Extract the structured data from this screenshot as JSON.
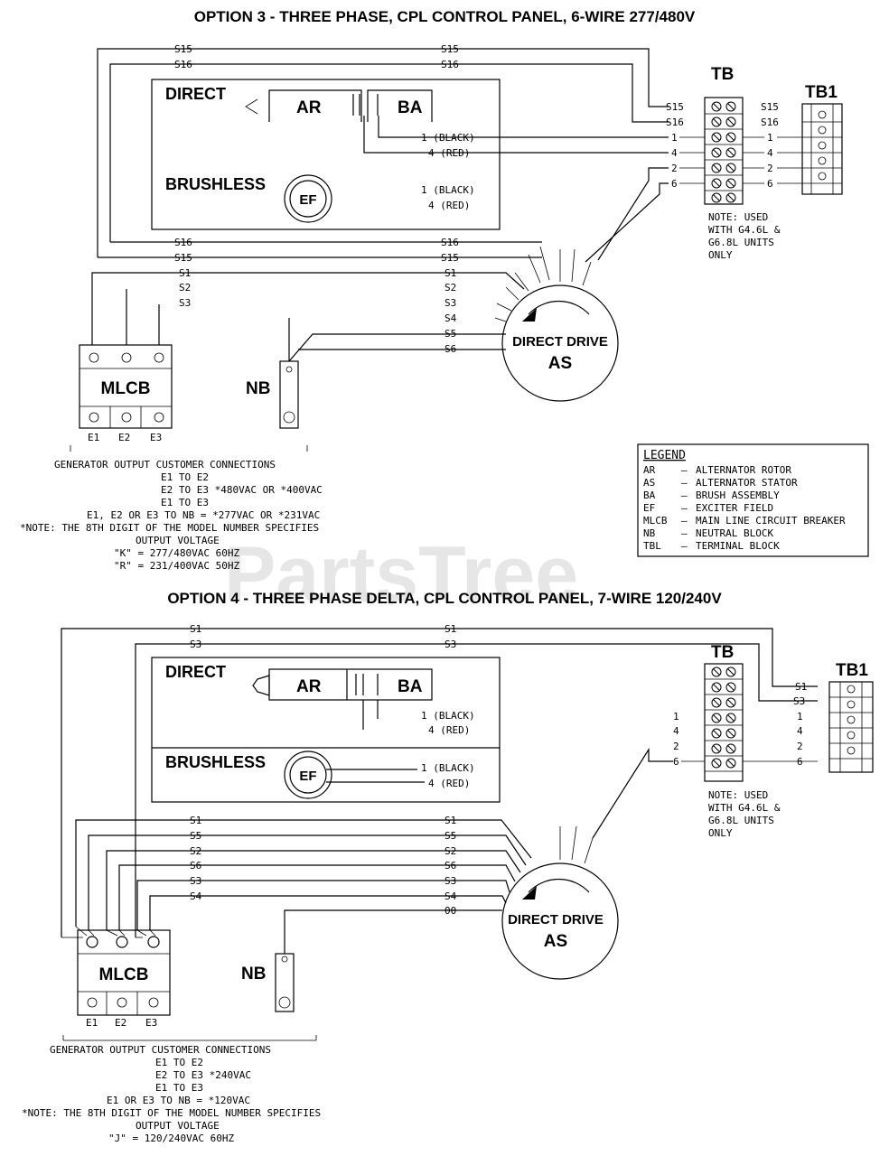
{
  "watermark": "PartsTree",
  "option3": {
    "title": "OPTION 3 - THREE PHASE, CPL CONTROL PANEL, 6-WIRE 277/480V",
    "direct": "DIRECT",
    "brushless": "BRUSHLESS",
    "ar": "AR",
    "ba": "BA",
    "ef": "EF",
    "tb": "TB",
    "tb1": "TB1",
    "mlcb": "MLCB",
    "nb": "NB",
    "drive_line1": "DIRECT DRIVE",
    "drive_line2": "AS",
    "w_s15": "S15",
    "w_s16": "S16",
    "w_1_black": "1 (BLACK)",
    "w_4_red": "4 (RED)",
    "w_s1": "S1",
    "w_s2": "S2",
    "w_s3": "S3",
    "w_s4": "S4",
    "w_s5": "S5",
    "w_s6": "S6",
    "t_1": "1",
    "t_4": "4",
    "t_2": "2",
    "t_6": "6",
    "e1": "E1",
    "e2": "E2",
    "e3": "E3",
    "tb_note": [
      "NOTE: USED",
      "WITH G4.6L &",
      "G6.8L UNITS",
      "ONLY"
    ],
    "output_notes": [
      "GENERATOR OUTPUT CUSTOMER CONNECTIONS",
      "E1 TO E2",
      "E2 TO E3    *480VAC OR *400VAC",
      "E1 TO E3",
      "E1, E2 OR E3 TO NB = *277VAC OR *231VAC",
      "*NOTE: THE 8TH DIGIT OF THE MODEL NUMBER SPECIFIES",
      "OUTPUT VOLTAGE",
      "\"K\"  = 277/480VAC 60HZ",
      "\"R\"  = 231/400VAC 50HZ"
    ]
  },
  "legend": {
    "title": "LEGEND",
    "items": [
      {
        "code": "AR",
        "desc": "ALTERNATOR ROTOR"
      },
      {
        "code": "AS",
        "desc": "ALTERNATOR STATOR"
      },
      {
        "code": "BA",
        "desc": "BRUSH ASSEMBLY"
      },
      {
        "code": "EF",
        "desc": "EXCITER FIELD"
      },
      {
        "code": "MLCB",
        "desc": "MAIN LINE CIRCUIT BREAKER"
      },
      {
        "code": "NB",
        "desc": "NEUTRAL BLOCK"
      },
      {
        "code": "TBL",
        "desc": "TERMINAL BLOCK"
      }
    ]
  },
  "option4": {
    "title": "OPTION 4 - THREE PHASE DELTA, CPL CONTROL PANEL, 7-WIRE 120/240V",
    "direct": "DIRECT",
    "brushless": "BRUSHLESS",
    "ar": "AR",
    "ba": "BA",
    "ef": "EF",
    "tb": "TB",
    "tb1": "TB1",
    "mlcb": "MLCB",
    "nb": "NB",
    "drive_line1": "DIRECT DRIVE",
    "drive_line2": "AS",
    "w_s1": "S1",
    "w_s3": "S3",
    "w_s5": "S5",
    "w_s2": "S2",
    "w_s6": "S6",
    "w_s4": "S4",
    "w_00": "00",
    "w_1_black": "1 (BLACK)",
    "w_4_red": "4 (RED)",
    "t_1": "1",
    "t_4": "4",
    "t_2": "2",
    "t_6": "6",
    "e1": "E1",
    "e2": "E2",
    "e3": "E3",
    "tb_note": [
      "NOTE: USED",
      "WITH G4.6L &",
      "G6.8L UNITS",
      "ONLY"
    ],
    "output_notes": [
      "GENERATOR OUTPUT CUSTOMER CONNECTIONS",
      "E1 TO E2",
      "E2 TO E3   *240VAC",
      "E1 TO E3",
      "E1 OR E3 TO NB = *120VAC",
      "*NOTE: THE 8TH DIGIT OF THE MODEL NUMBER SPECIFIES",
      "OUTPUT VOLTAGE",
      "\"J\" = 120/240VAC 60HZ"
    ]
  }
}
